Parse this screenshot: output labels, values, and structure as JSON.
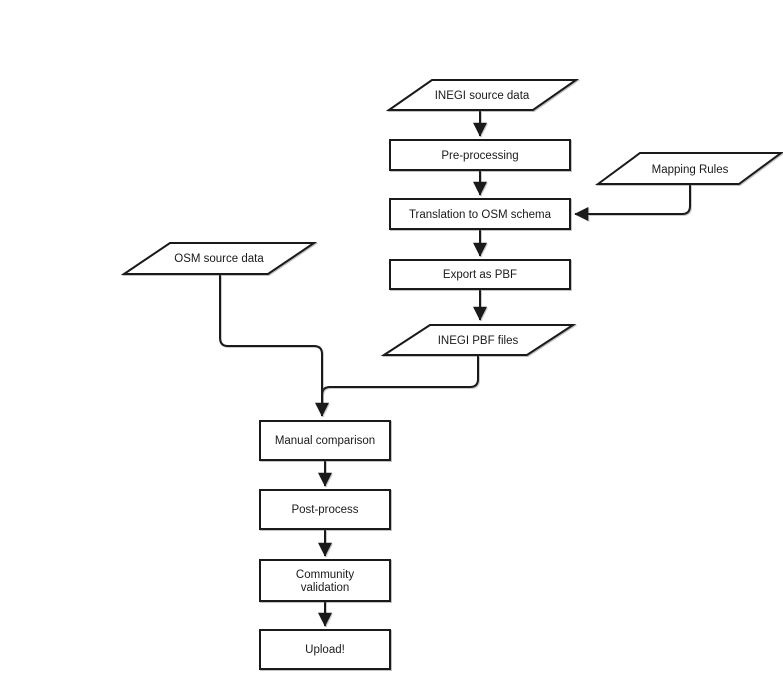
{
  "diagram": {
    "type": "flowchart",
    "colors": {
      "stroke": "#1a1a1a",
      "shape_fill": "#ffffff",
      "background": "#ffffff"
    },
    "nodes": {
      "inegi_source": {
        "label": "INEGI source data",
        "shape": "parallelogram"
      },
      "pre_processing": {
        "label": "Pre-processing",
        "shape": "process"
      },
      "mapping_rules": {
        "label": "Mapping Rules",
        "shape": "parallelogram"
      },
      "translation": {
        "label": "Translation to OSM schema",
        "shape": "process"
      },
      "export_pbf": {
        "label": "Export as PBF",
        "shape": "process"
      },
      "inegi_pbf": {
        "label": "INEGI PBF files",
        "shape": "parallelogram"
      },
      "osm_source": {
        "label": "OSM source data",
        "shape": "parallelogram"
      },
      "manual_comparison": {
        "label": "Manual comparison",
        "shape": "process"
      },
      "post_process": {
        "label": "Post-process",
        "shape": "process"
      },
      "community_validation": {
        "label": "Community validation",
        "line1": "Community",
        "line2": "validation",
        "shape": "process"
      },
      "upload": {
        "label": "Upload!",
        "shape": "process"
      }
    },
    "edges": [
      {
        "from": "INEGI source data",
        "to": "Pre-processing"
      },
      {
        "from": "Pre-processing",
        "to": "Translation to OSM schema"
      },
      {
        "from": "Mapping Rules",
        "to": "Translation to OSM schema"
      },
      {
        "from": "Translation to OSM schema",
        "to": "Export as PBF"
      },
      {
        "from": "Export as PBF",
        "to": "INEGI PBF files"
      },
      {
        "from": "OSM source data",
        "to": "Manual comparison"
      },
      {
        "from": "INEGI PBF files",
        "to": "Manual comparison"
      },
      {
        "from": "Manual comparison",
        "to": "Post-process"
      },
      {
        "from": "Post-process",
        "to": "Community validation"
      },
      {
        "from": "Community validation",
        "to": "Upload!"
      }
    ]
  }
}
